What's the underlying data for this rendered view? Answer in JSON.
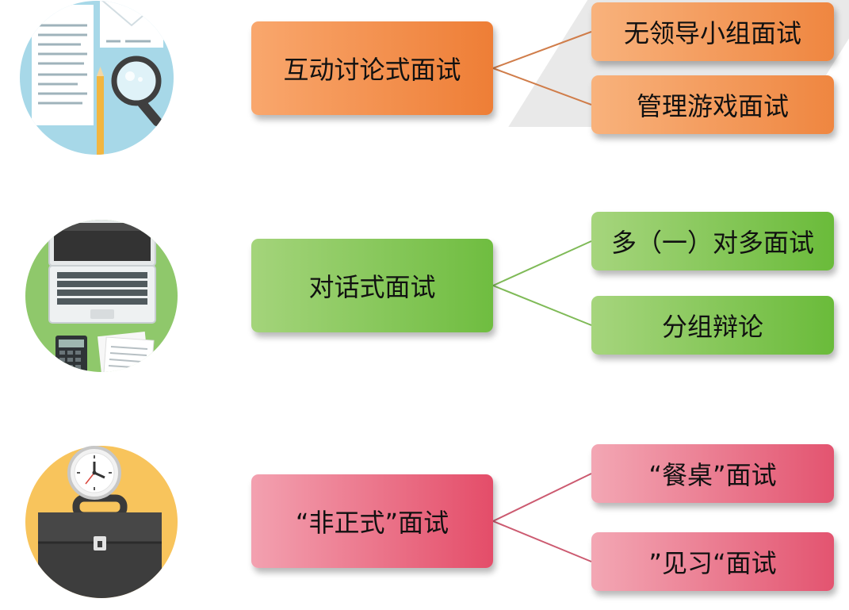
{
  "diagram": {
    "groups": [
      {
        "label": "互动讨论式面试",
        "children": [
          "无领导小组面试",
          "管理游戏面试"
        ],
        "color": "#f08a47",
        "line_color": "#d07d4a",
        "icon": "magnifier-documents-icon"
      },
      {
        "label": "对话式面试",
        "children": [
          "多（一）对多面试",
          "分组辩论"
        ],
        "color": "#7fc450",
        "line_color": "#7fba57",
        "icon": "laptop-calculator-icon"
      },
      {
        "label": "“非正式”面试",
        "children": [
          "“餐桌”面试",
          "”见习“面试"
        ],
        "color": "#e95c77",
        "line_color": "#cc5a70",
        "icon": "briefcase-clock-icon"
      }
    ]
  }
}
